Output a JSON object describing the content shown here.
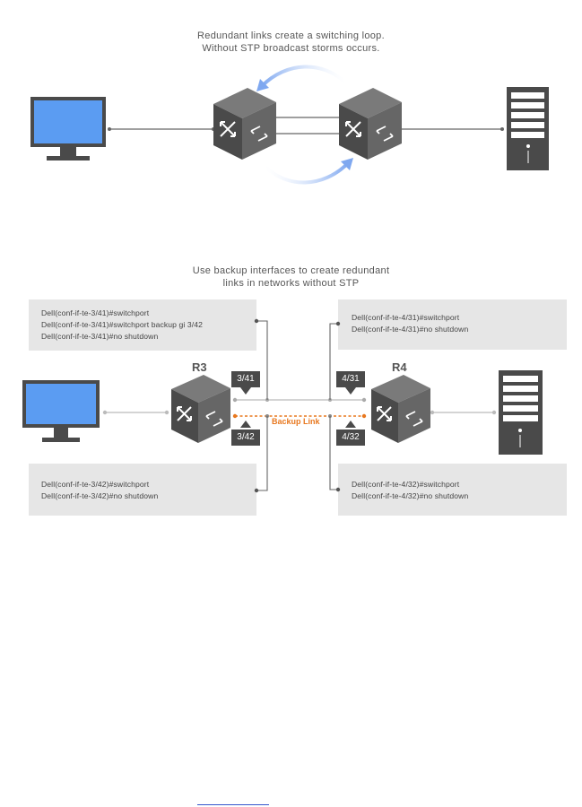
{
  "top": {
    "caption_line1": "Redundant links create a switching loop.",
    "caption_line2": "Without STP broadcast storms occurs."
  },
  "bottom": {
    "caption_line1": "Use backup interfaces to create redundant",
    "caption_line2": "links in networks without STP",
    "r3_label": "R3",
    "r4_label": "R4",
    "port_3_41": "3/41",
    "port_3_42": "3/42",
    "port_4_31": "4/31",
    "port_4_32": "4/32",
    "backup_link_label": "Backup Link",
    "config_r3_41": [
      "Dell(conf-if-te-3/41)#switchport",
      "Dell(conf-if-te-3/41)#switchport backup gi 3/42",
      "Dell(conf-if-te-3/41)#no shutdown"
    ],
    "config_r4_31": [
      "Dell(conf-if-te-4/31)#switchport",
      "Dell(conf-if-te-4/31)#no shutdown"
    ],
    "config_r3_42": [
      "Dell(conf-if-te-3/42)#switchport",
      "Dell(conf-if-te-3/42)#no shutdown"
    ],
    "config_r4_32": [
      "Dell(conf-if-te-4/32)#switchport",
      "Dell(conf-if-te-4/32)#no shutdown"
    ]
  },
  "colors": {
    "monitor_screen": "#5b9cf2",
    "device_dark": "#4a4a4a",
    "backup_link": "#e8781f",
    "loop_arrow": "#7fa8f0",
    "config_bg": "#e6e6e6"
  }
}
